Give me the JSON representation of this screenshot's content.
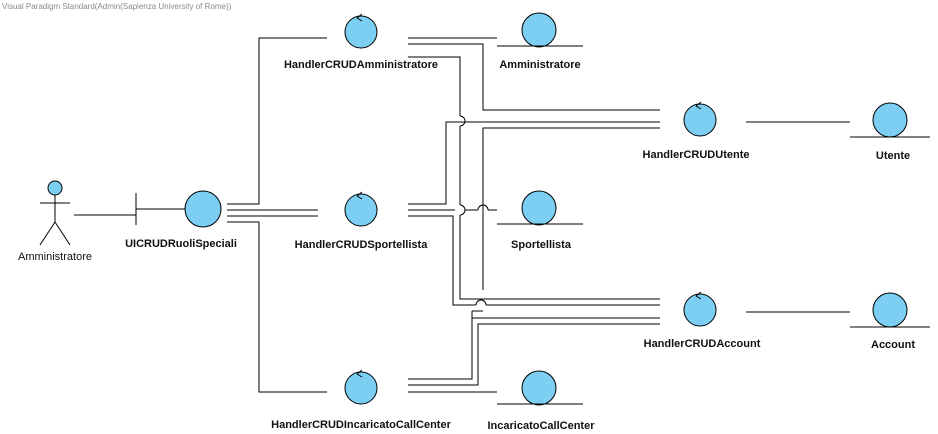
{
  "watermark": "Visual Paradigm Standard(Admin(Sapienza University of Rome))",
  "colors": {
    "element_fill": "#7ccff2",
    "stroke": "#000000"
  },
  "actor": {
    "label": "Amministratore",
    "icon": "actor-stick-figure-icon"
  },
  "boundary": {
    "label": "UICRUDRuoliSpeciali",
    "icon": "boundary-icon"
  },
  "controls": {
    "handler_amministratore": {
      "label": "HandlerCRUDAmministratore",
      "icon": "control-icon"
    },
    "handler_sportellista": {
      "label": "HandlerCRUDSportellista",
      "icon": "control-icon"
    },
    "handler_incaricato": {
      "label": "HandlerCRUDIncaricatoCallCenter",
      "icon": "control-icon"
    },
    "handler_utente": {
      "label": "HandlerCRUDUtente",
      "icon": "control-icon"
    },
    "handler_account": {
      "label": "HandlerCRUDAccount",
      "icon": "control-icon"
    }
  },
  "entities": {
    "amministratore": {
      "label": "Amministratore",
      "icon": "entity-icon"
    },
    "sportellista": {
      "label": "Sportellista",
      "icon": "entity-icon"
    },
    "incaricato": {
      "label": "IncaricatoCallCenter",
      "icon": "entity-icon"
    },
    "utente": {
      "label": "Utente",
      "icon": "entity-icon"
    },
    "account": {
      "label": "Account",
      "icon": "entity-icon"
    }
  }
}
